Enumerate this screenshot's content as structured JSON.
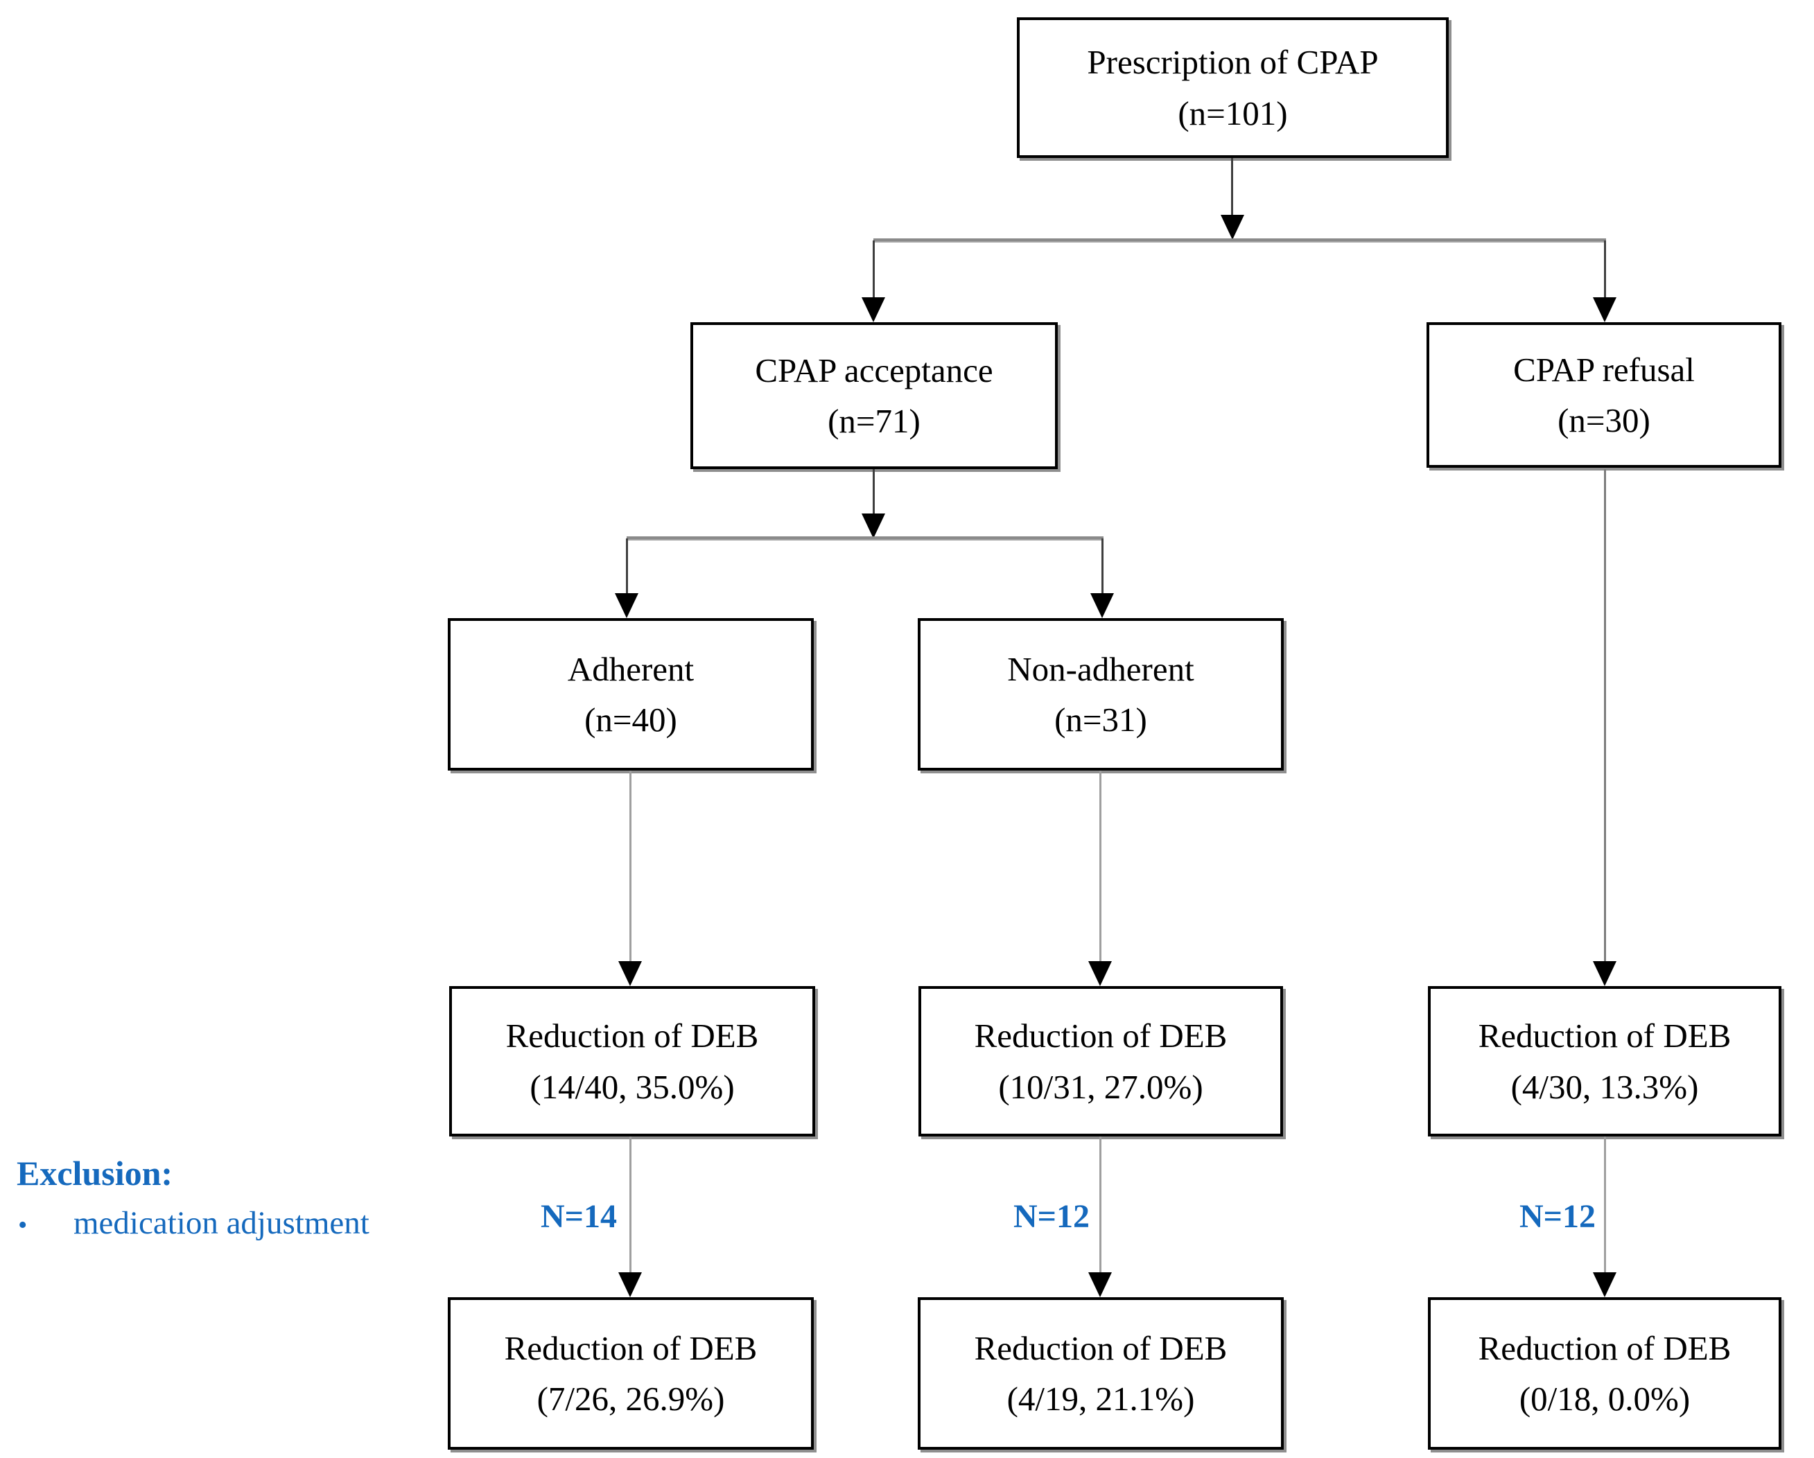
{
  "nodes": {
    "prescription": {
      "line1": "Prescription of CPAP",
      "line2": "(n=101)"
    },
    "acceptance": {
      "line1": "CPAP acceptance",
      "line2": "(n=71)"
    },
    "refusal": {
      "line1": "CPAP refusal",
      "line2": "(n=30)"
    },
    "adherent": {
      "line1": "Adherent",
      "line2": "(n=40)"
    },
    "non_adherent": {
      "line1": "Non-adherent",
      "line2": "(n=31)"
    },
    "deb_adherent": {
      "line1": "Reduction of DEB",
      "line2": "(14/40, 35.0%)"
    },
    "deb_non_adherent": {
      "line1": "Reduction of DEB",
      "line2": "(10/31, 27.0%)"
    },
    "deb_refusal": {
      "line1": "Reduction of DEB",
      "line2": "(4/30, 13.3%)"
    },
    "deb_adherent_excl": {
      "line1": "Reduction of DEB",
      "line2": "(7/26, 26.9%)"
    },
    "deb_non_adherent_excl": {
      "line1": "Reduction of DEB",
      "line2": "(4/19, 21.1%)"
    },
    "deb_refusal_excl": {
      "line1": "Reduction of DEB",
      "line2": "(0/18, 0.0%)"
    }
  },
  "edge_labels": {
    "adherent_excluded": "N=14",
    "non_adherent_excluded": "N=12",
    "refusal_excluded": "N=12"
  },
  "exclusion_note": {
    "heading": "Exclusion:",
    "bullet": "•",
    "item": "medication adjustment"
  },
  "colors": {
    "note_blue": "#1569bd",
    "box_border": "#000000",
    "connector_dark": "#3f3f3f",
    "connector_gray": "#9f9f9f"
  }
}
